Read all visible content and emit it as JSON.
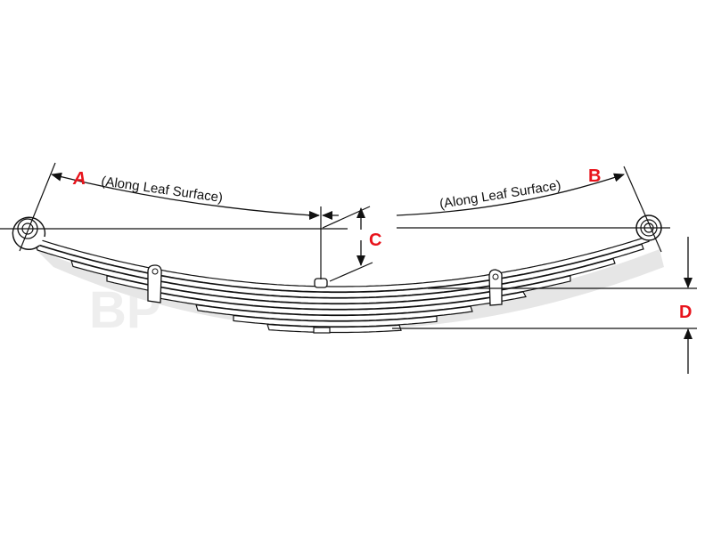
{
  "diagram": {
    "labels": {
      "a": "A",
      "b": "B",
      "c": "C",
      "d": "D"
    },
    "notes": {
      "a_note": "(Along Leaf Surface)",
      "b_note": "(Along Leaf Surface)"
    },
    "watermark": "BP",
    "leaf_count": 7,
    "colors": {
      "label": "#e8141c",
      "line": "#111111",
      "shadow": "#e4e4e4",
      "watermark": "#eeeeee"
    }
  }
}
